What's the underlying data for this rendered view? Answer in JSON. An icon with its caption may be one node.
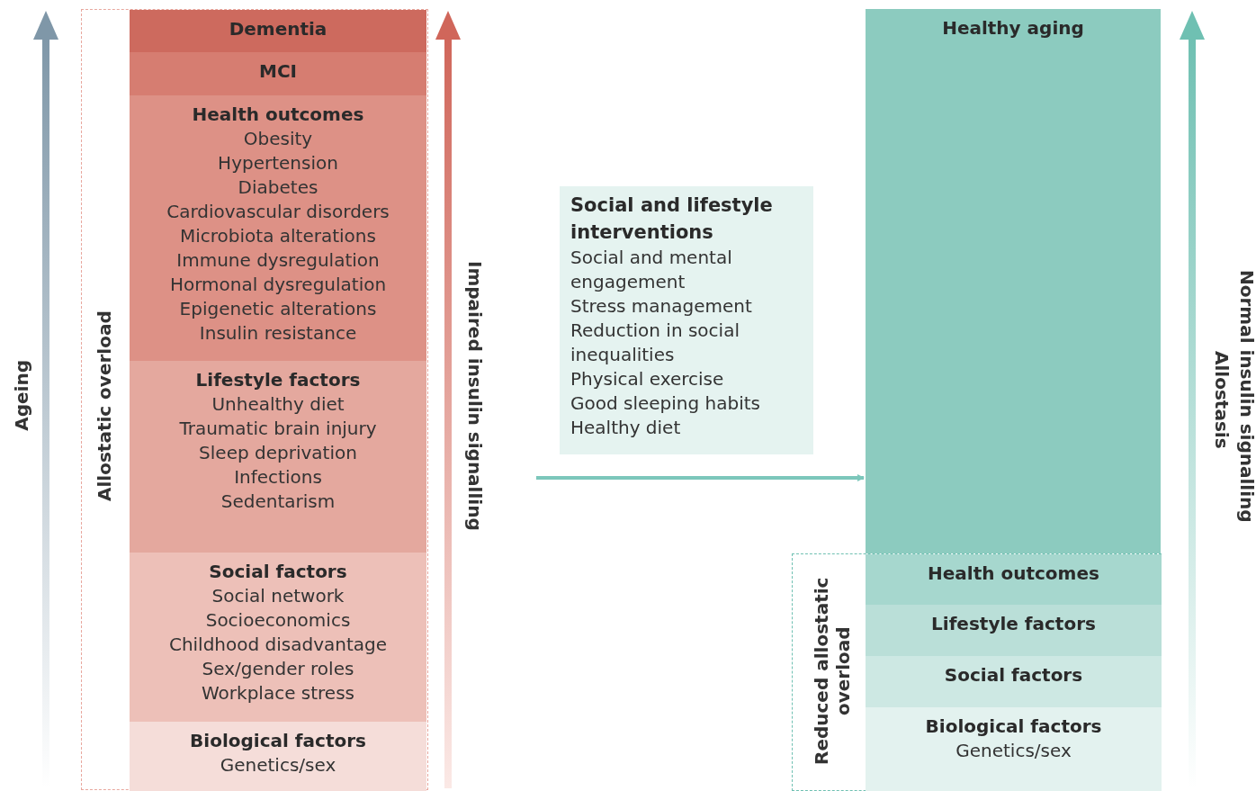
{
  "diagram": {
    "nodes": [
      {
        "text": [
          "Allostatic overload"
        ]
      },
      {
        "text": [
          "Dementia"
        ],
        "in": 0
      },
      {
        "text": [
          "MCI"
        ],
        "in": 0
      },
      {
        "text": [
          "Health outcomes",
          "Obesity",
          "Hypertension",
          "Diabetes",
          "Cardiovascular disorders",
          "Microbiota alterations",
          "Immune dysregulation",
          "Hormonal dysregulation",
          "Epigenetic alterations",
          "Insulin resistance"
        ],
        "in": 0
      },
      {
        "text": [
          "Lifestyle factors",
          "Unhealthy diet",
          "Traumatic brain injury",
          "Sleep deprivation",
          "Infections",
          "Sedentarism"
        ],
        "in": 0
      },
      {
        "text": [
          "Social factors",
          "Social network",
          "Socioeconomics",
          "Childhood disadvantage",
          "Sex/gender roles",
          "Workplace stress"
        ],
        "in": 0
      },
      {
        "text": [
          "Biological factors",
          "Genetics/sex"
        ],
        "in": 0
      },
      {
        "text": [
          "Social and lifestyle interventions",
          "Social and mental engagement",
          "Stress management",
          "Reduction in social inequalities",
          "Physical exercise",
          "Good sleeping habits",
          "Healthy diet"
        ]
      },
      {
        "text": [
          "Healthy aging"
        ]
      },
      {
        "text": [
          "Reduced allostatic overload"
        ]
      },
      {
        "text": [
          "Health outcomes"
        ],
        "in": 9
      },
      {
        "text": [
          "Lifestyle factors"
        ],
        "in": 9
      },
      {
        "text": [
          "Social factors"
        ],
        "in": 9
      },
      {
        "text": [
          "Biological factors",
          "Genetics/sex"
        ],
        "in": 9
      }
    ],
    "edges": [
      {
        "from": null,
        "to": 8,
        "arrow": "to"
      }
    ],
    "labels": [
      "Ageing",
      "Impaired insulin signalling",
      "Normal insulin signalling",
      "Allostasis"
    ]
  }
}
